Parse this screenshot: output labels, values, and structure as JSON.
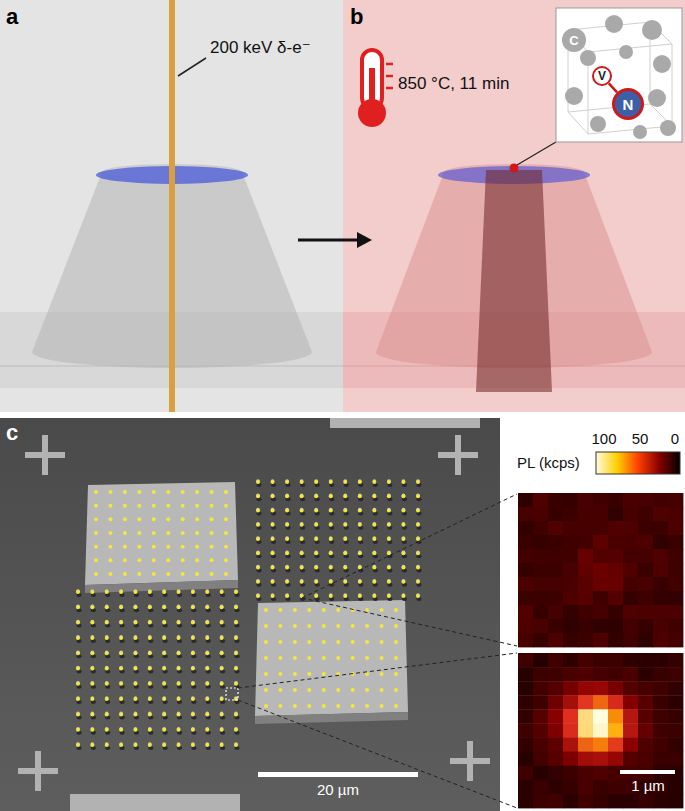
{
  "diagram": {
    "nodes": [
      {
        "text": [
          "C"
        ]
      },
      {
        "text": [
          "V"
        ]
      },
      {
        "text": [
          "N"
        ]
      }
    ],
    "edges": [
      {
        "from": 1,
        "to": 2,
        "arrow": "none"
      }
    ],
    "labels": [
      "a",
      "b",
      "200 keV δ-e⁻",
      "850 °C, 11 min",
      "c",
      "PL (kcps)",
      "100",
      "50",
      "0",
      "20 µm",
      "1 µm"
    ]
  }
}
